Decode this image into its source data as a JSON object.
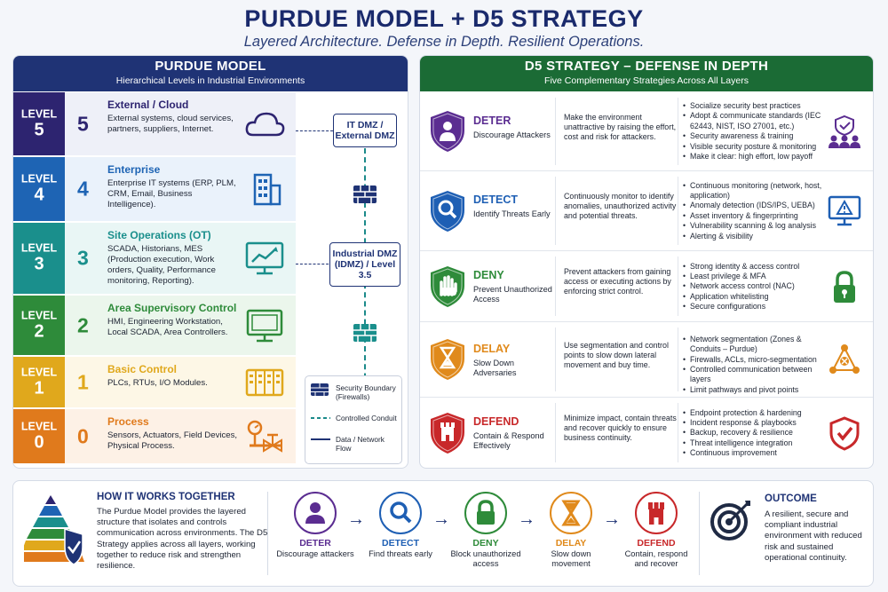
{
  "header": {
    "title": "PURDUE MODEL + D5 STRATEGY",
    "subtitle": "Layered Architecture. Defense in Depth. Resilient Operations."
  },
  "purdue": {
    "title": "PURDUE MODEL",
    "subtitle": "Hierarchical Levels in Industrial Environments",
    "level_word": "LEVEL",
    "levels": [
      {
        "num": "5",
        "title": "External / Cloud",
        "desc": "External systems, cloud services, partners, suppliers, Internet.",
        "color": "#2d2470",
        "icon": "cloud-icon"
      },
      {
        "num": "4",
        "title": "Enterprise",
        "desc": "Enterprise IT systems (ERP, PLM, CRM, Email, Business Intelligence).",
        "color": "#1e64b4",
        "icon": "building-icon"
      },
      {
        "num": "3",
        "title": "Site Operations (OT)",
        "desc": "SCADA, Historians, MES (Production execution, Work orders, Quality, Performance monitoring, Reporting).",
        "color": "#1a8f8c",
        "icon": "monitor-chart-icon"
      },
      {
        "num": "2",
        "title": "Area Supervisory Control",
        "desc": "HMI, Engineering Workstation, Local SCADA, Area Controllers.",
        "color": "#2e8b3a",
        "icon": "hmi-screen-icon"
      },
      {
        "num": "1",
        "title": "Basic Control",
        "desc": "PLCs, RTUs, I/O Modules.",
        "color": "#e0a81c",
        "icon": "plc-rack-icon"
      },
      {
        "num": "0",
        "title": "Process",
        "desc": "Sensors, Actuators, Field Devices, Physical Process.",
        "color": "#e07a1c",
        "icon": "valve-gauge-icon"
      }
    ],
    "dmz_it": "IT DMZ / External DMZ",
    "dmz_industrial": "Industrial DMZ (IDMZ) / Level 3.5",
    "legend": {
      "boundary": "Security Boundary (Firewalls)",
      "conduit": "Controlled Conduit",
      "flow": "Data / Network Flow"
    }
  },
  "d5": {
    "title": "D5 STRATEGY – DEFENSE IN DEPTH",
    "subtitle": "Five Complementary Strategies Across All Layers",
    "rows": [
      {
        "name": "DETER",
        "sub": "Discourage Attackers",
        "desc": "Make the environment unattractive by raising the effort, cost and risk for attackers.",
        "color": "#5b2d91",
        "items": [
          "Socialize security best practices",
          "Adopt & communicate standards (IEC 62443, NIST, ISO 27001, etc.)",
          "Security awareness & training",
          "Visible security posture & monitoring",
          "Make it clear: high effort, low payoff"
        ]
      },
      {
        "name": "DETECT",
        "sub": "Identify Threats Early",
        "desc": "Continuously monitor to identify anomalies, unauthorized activity and potential threats.",
        "color": "#1e5fb4",
        "items": [
          "Continuous monitoring (network, host, application)",
          "Anomaly detection (IDS/IPS, UEBA)",
          "Asset inventory & fingerprinting",
          "Vulnerability scanning & log analysis",
          "Alerting & visibility"
        ]
      },
      {
        "name": "DENY",
        "sub": "Prevent Unauthorized Access",
        "desc": "Prevent attackers from gaining access or executing actions by enforcing strict control.",
        "color": "#2e8b3a",
        "items": [
          "Strong identity & access control",
          "Least privilege & MFA",
          "Network access control (NAC)",
          "Application whitelisting",
          "Secure configurations"
        ]
      },
      {
        "name": "DELAY",
        "sub": "Slow Down Adversaries",
        "desc": "Use segmentation and control points to slow down lateral movement and buy time.",
        "color": "#e08a1c",
        "items": [
          "Network segmentation (Zones & Conduits – Purdue)",
          "Firewalls, ACLs, micro-segmentation",
          "Controlled communication between layers",
          "Limit pathways and pivot points"
        ]
      },
      {
        "name": "DEFEND",
        "sub": "Contain & Respond Effectively",
        "desc": "Minimize impact, contain threats and recover quickly to ensure business continuity.",
        "color": "#c8282a",
        "items": [
          "Endpoint protection & hardening",
          "Incident response & playbooks",
          "Backup, recovery & resilience",
          "Threat intelligence integration",
          "Continuous improvement"
        ]
      }
    ]
  },
  "how": {
    "title": "HOW IT WORKS TOGETHER",
    "text": "The Purdue Model provides the layered structure that isolates and controls communication across environments. The D5 Strategy applies across all layers, working together to reduce risk and strengthen resilience.",
    "steps": [
      {
        "name": "DETER",
        "desc": "Discourage attackers",
        "color": "#5b2d91"
      },
      {
        "name": "DETECT",
        "desc": "Find threats early",
        "color": "#1e5fb4"
      },
      {
        "name": "DENY",
        "desc": "Block unauthorized access",
        "color": "#2e8b3a"
      },
      {
        "name": "DELAY",
        "desc": "Slow down movement",
        "color": "#e08a1c"
      },
      {
        "name": "DEFEND",
        "desc": "Contain, respond and recover",
        "color": "#c8282a"
      }
    ]
  },
  "outcome": {
    "title": "OUTCOME",
    "text": "A resilient, secure and compliant industrial environment with reduced risk and sustained operational continuity."
  }
}
